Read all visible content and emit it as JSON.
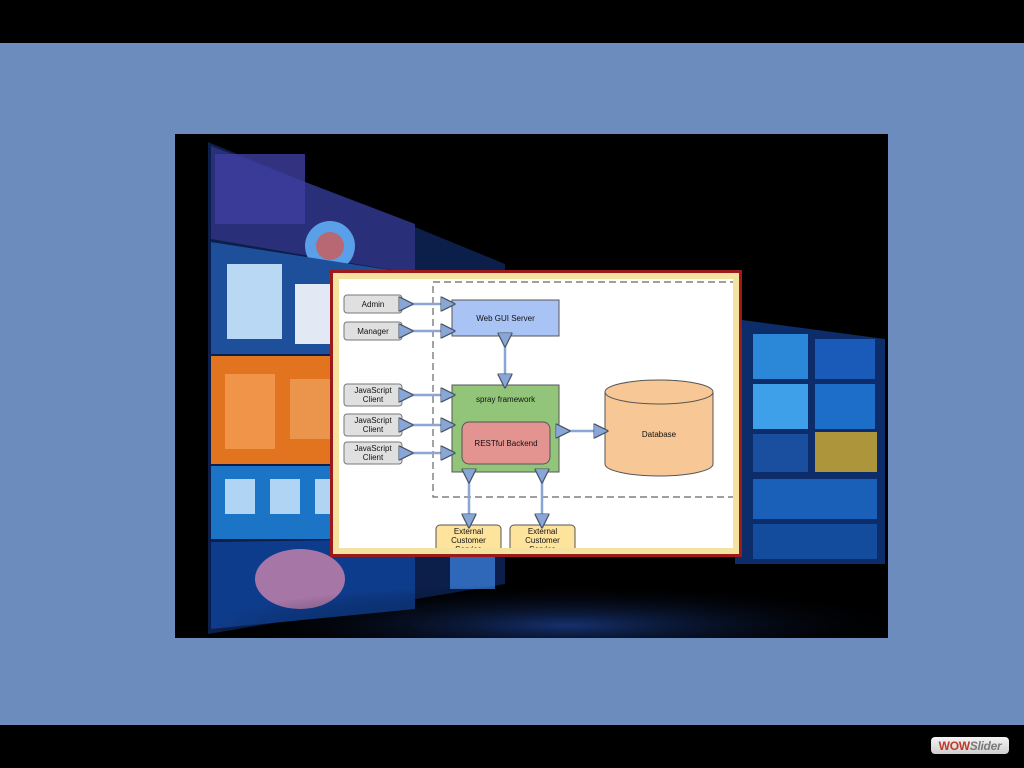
{
  "diagram": {
    "nodes": {
      "admin": "Admin",
      "manager": "Manager",
      "web_gui_server": "Web GUI Server",
      "js_client_1": "JavaScript Client",
      "js_client_2": "JavaScript Client",
      "js_client_3": "JavaScript Client",
      "spray_framework": "spray framework",
      "restful_backend": "RESTful Backend",
      "database": "Database",
      "external_1": "External Customer Service",
      "external_2": "External Customer Service"
    },
    "colors": {
      "web_gui_server": "#a9c3f4",
      "spray_framework": "#92c57a",
      "restful_backend": "#e49490",
      "database": "#f7c796",
      "external": "#fde39b",
      "client": "#e0e0e0",
      "frame_border": "#9c1a1a",
      "frame_fill": "#f3e2a0"
    }
  },
  "slider": {
    "brand_part1": "WOW",
    "brand_part2": "Slider"
  },
  "background": {
    "slide_color": "#6b8cbc",
    "photo_description_icon": "curved-screen-wall-icon"
  }
}
